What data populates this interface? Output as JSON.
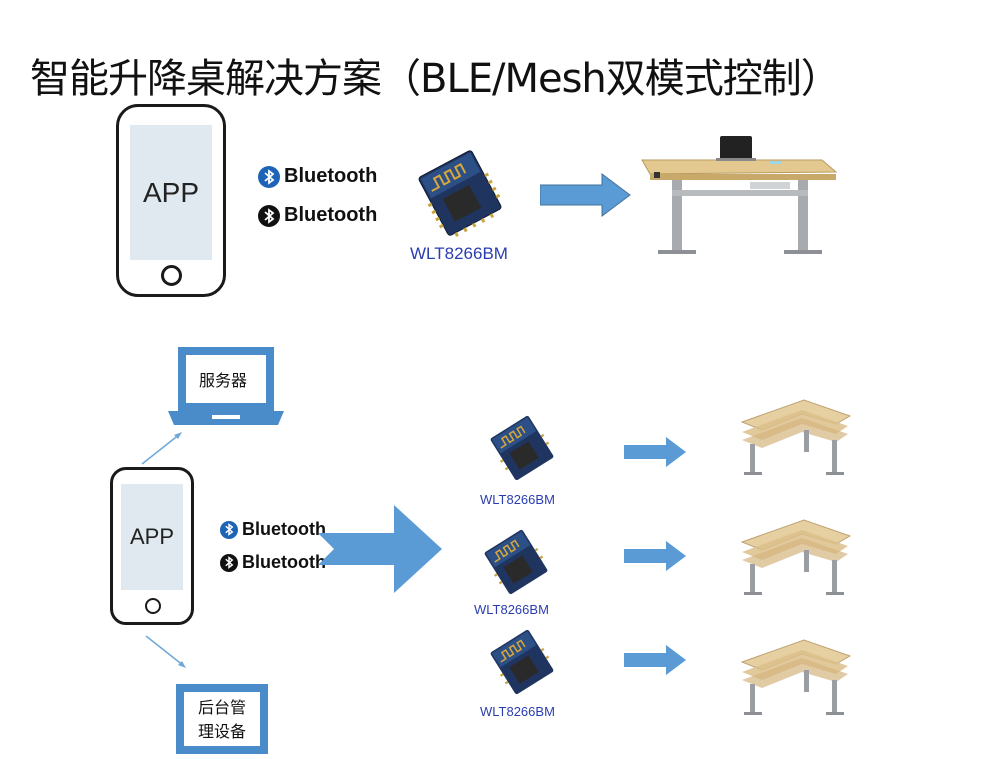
{
  "title": "智能升降桌解决方案（BLE/Mesh双模式控制）",
  "top": {
    "phone_label": "APP",
    "bluetooth": [
      "Bluetooth",
      "Bluetooth"
    ],
    "module_label": "WLT8266BM"
  },
  "bottom": {
    "server_label": "服务器",
    "phone_label": "APP",
    "bluetooth": [
      "Bluetooth",
      "Bluetooth"
    ],
    "backend_label_line1": "后台管",
    "backend_label_line2": "理设备",
    "modules": [
      "WLT8266BM",
      "WLT8266BM",
      "WLT8266BM"
    ]
  },
  "colors": {
    "arrow_blue": "#5b9bd5",
    "laptop_blue": "#4a8cc9",
    "bluetooth_blue": "#1d64b7",
    "module_text": "#2a3db0"
  },
  "icons": [
    "bluetooth-icon",
    "chip-module-icon",
    "desk-icon",
    "laptop-icon",
    "l-desk-icon",
    "arrow-icon"
  ]
}
